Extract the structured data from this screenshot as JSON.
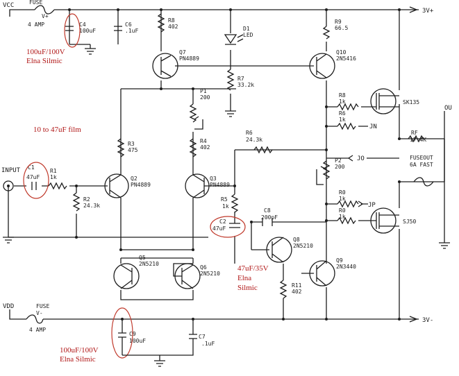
{
  "rails": {
    "vcc": "VCC",
    "fuse_top": "FUSE",
    "fuse_top_v": "V+",
    "fuse_top_rating": "4 AMP",
    "vdd": "VDD",
    "fuse_bot": "FUSE",
    "fuse_bot_v": "V-",
    "fuse_bot_rating": "4 AMP",
    "rail_pos": "3V+",
    "rail_neg": "3V-"
  },
  "parts": {
    "c4": "C4",
    "c4_val": "100uF",
    "c6": "C6",
    "c6_val": ".1uF",
    "r8": "R8",
    "r8_val": "402",
    "d1": "D1",
    "d1_val": "LED",
    "q7": "Q7",
    "q7_val": "PN4889",
    "r7": "R7",
    "r7_val": "33.2k",
    "p1": "P1",
    "p1_val": "200",
    "r3": "R3",
    "r3_val": "475",
    "r4": "R4",
    "r4_val": "402",
    "c1": "C1",
    "c1_val": "47uF",
    "r1": "R1",
    "r1_val": "1k",
    "r2": "R2",
    "r2_val": "24.3k",
    "q2": "Q2",
    "q2_val": "PN4889",
    "q3": "Q3",
    "q3_val": "PN4889",
    "r5": "R5",
    "r5_val": "1k",
    "c2": "C2",
    "c2_val": "47uF",
    "r6": "R6",
    "r6_val": "24.3k",
    "c8": "C8",
    "c8_val": "200pF",
    "q8": "Q8",
    "q8_val": "2N5210",
    "q5": "Q5",
    "q5_val": "2N5210",
    "q6": "Q6",
    "q6_val": "2N5210",
    "r11": "R11",
    "r11_val": "402",
    "q9": "Q9",
    "q9_val": "2N3440",
    "r9": "R9",
    "r9_val": "66.5",
    "q10": "Q10",
    "q10_val": "2N5416",
    "r8b": "R8",
    "r8b_val": "1k",
    "r6b": "R6",
    "r6b_val": "1k",
    "jn": "JN",
    "sk135": "SK135",
    "rf": "RF",
    "rf_val": "17.4K",
    "p2": "P2",
    "p2_val": "200",
    "jo": "JO",
    "fuseout": "FUSEOUT",
    "fuseout_val": "6A FAST",
    "r10": "R0",
    "r10_val": "1k",
    "jp": "JP",
    "r12": "R0",
    "r12_val": "1k",
    "sj50": "SJ50",
    "c9": "C9",
    "c9_val": "100uF",
    "c7": "C7",
    "c7_val": ".1uF",
    "input": "INPUT",
    "out": "OU"
  },
  "notes": {
    "n1_a": "100uF/100V",
    "n1_b": "Elna Silmic",
    "n2": "10 to 47uF film",
    "n3_a": "47uF/35V",
    "n3_b": "Elna",
    "n3_c": "Silmic",
    "n4_a": "100uF/100V",
    "n4_b": "Elna Silmic"
  },
  "colors": {
    "ink": "#1c1c1c",
    "annotation": "#b01515"
  }
}
